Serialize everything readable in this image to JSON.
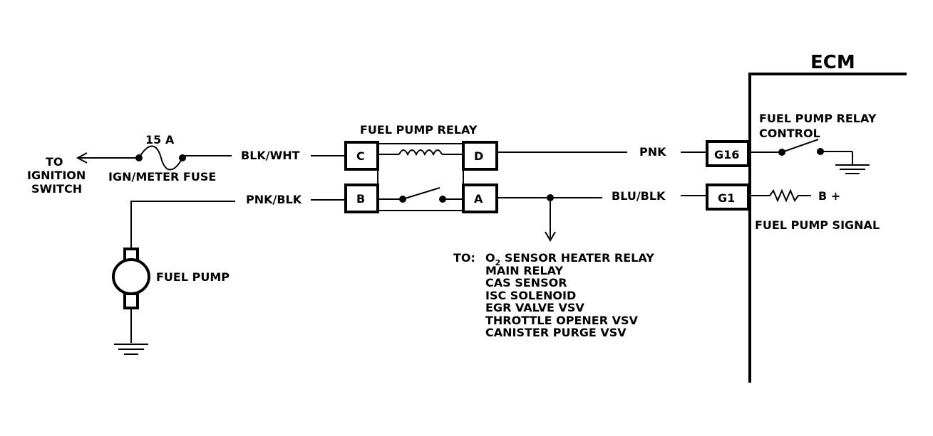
{
  "ecm": {
    "title": "ECM",
    "pins": {
      "g16": "G16",
      "g1": "G1"
    },
    "relay_control_label": [
      "FUEL PUMP RELAY",
      "CONTROL"
    ],
    "fuel_pump_signal_label": "FUEL PUMP SIGNAL",
    "b_plus_label": "B +"
  },
  "relay": {
    "title": "FUEL PUMP RELAY",
    "pins": {
      "c": "C",
      "d": "D",
      "b": "B",
      "a": "A"
    }
  },
  "wires": {
    "blk_wht": "BLK/WHT",
    "pnk": "PNK",
    "pnk_blk": "PNK/BLK",
    "blu_blk": "BLU/BLK"
  },
  "fuse": {
    "rating": "15 A",
    "name": "IGN/METER FUSE"
  },
  "ignition": {
    "lines": [
      "TO",
      "IGNITION",
      "SWITCH"
    ]
  },
  "fuel_pump": {
    "label": "FUEL PUMP"
  },
  "destinations": {
    "prefix": "TO:",
    "first_item": {
      "before": "O",
      "subscript": "2",
      "after": " SENSOR HEATER RELAY"
    },
    "items": [
      "MAIN RELAY",
      "CAS SENSOR",
      "ISC SOLENOID",
      "EGR VALVE VSV",
      "THROTTLE OPENER VSV",
      "CANISTER PURGE VSV"
    ]
  }
}
